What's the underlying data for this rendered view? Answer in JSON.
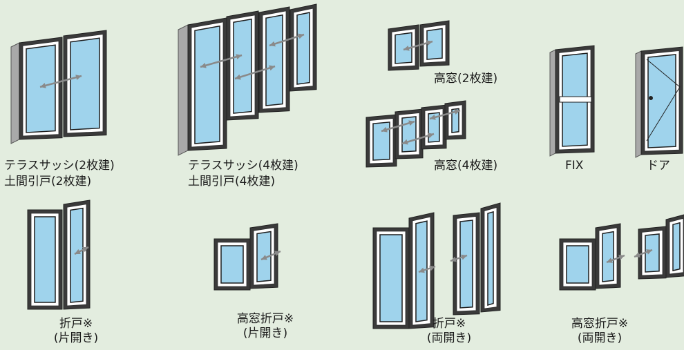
{
  "background": "#e3eddf",
  "colors": {
    "frame": "#3a3a3a",
    "frame_side": "#a9a9a9",
    "sash": "#ffffff",
    "glass": "#9fd3ec",
    "arrow": "#8a8a8a"
  },
  "items": [
    {
      "id": "terrace2",
      "line1": "テラスサッシ(2枚建)",
      "line2": "土間引戸(2枚建)"
    },
    {
      "id": "terrace4",
      "line1": "テラスサッシ(4枚建)",
      "line2": "土間引戸(4枚建)"
    },
    {
      "id": "high2",
      "line1": "高窓(2枚建)"
    },
    {
      "id": "high4",
      "line1": "高窓(4枚建)"
    },
    {
      "id": "fix",
      "line1": "FIX"
    },
    {
      "id": "door",
      "line1": "ドア"
    },
    {
      "id": "fold-single",
      "line1": "折戸※",
      "line2": "(片開き)"
    },
    {
      "id": "highfold-single",
      "line1": "高窓折戸※",
      "line2": "(片開き)"
    },
    {
      "id": "fold-double",
      "line1": "折戸※",
      "line2": "(両開き)"
    },
    {
      "id": "highfold-double",
      "line1": "高窓折戸※",
      "line2": "(両開き)"
    }
  ]
}
